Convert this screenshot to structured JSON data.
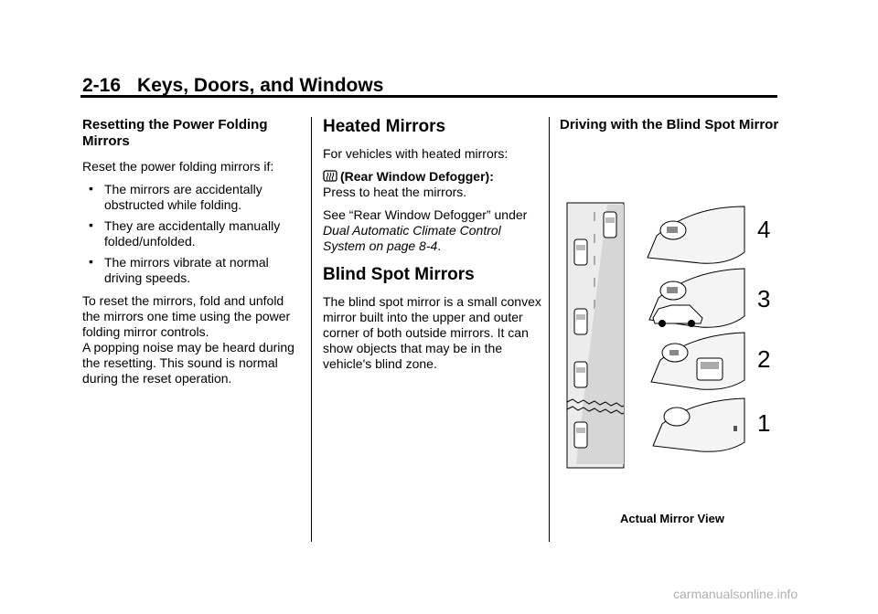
{
  "header": {
    "page_number": "2-16",
    "section_title": "Keys, Doors, and Windows"
  },
  "col1": {
    "heading": "Resetting the Power Folding Mirrors",
    "intro": "Reset the power folding mirrors if:",
    "bullet": "•",
    "bullets": [
      "The mirrors are accidentally obstructed while folding.",
      "They are accidentally manually folded/unfolded.",
      "The mirrors vibrate at normal driving speeds."
    ],
    "para1": "To reset the mirrors, fold and unfold the mirrors one time using the power folding mirror controls.",
    "para2": "A popping noise may be heard during the resetting. This sound is normal during the reset operation."
  },
  "col2": {
    "heated_heading": "Heated Mirrors",
    "heated_intro": "For vehicles with heated mirrors:",
    "defog_label": "(Rear Window Defogger):",
    "defog_text": "Press to heat the mirrors.",
    "see_prefix": "See “Rear Window Defogger” under ",
    "see_link": "Dual Automatic Climate Control System on page 8-4",
    "see_suffix": ".",
    "blind_heading": "Blind Spot Mirrors",
    "blind_text": "The blind spot mirror is a small convex mirror built into the upper and outer corner of both outside mirrors. It can show objects that may be in the vehicle's blind zone."
  },
  "col3": {
    "heading": "Driving with the Blind Spot Mirror",
    "figure_numbers": [
      "4",
      "3",
      "2",
      "1"
    ],
    "caption": "Actual Mirror View"
  },
  "footer": {
    "watermark": "carmanualsonline.info"
  }
}
